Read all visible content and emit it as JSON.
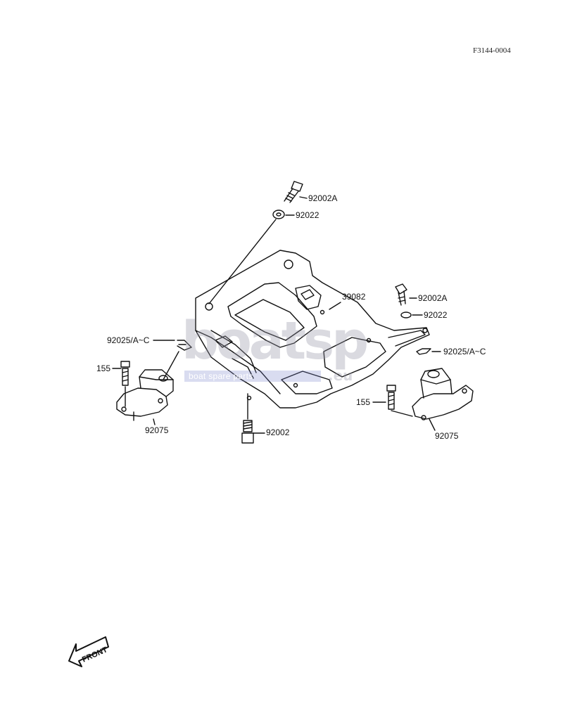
{
  "diagram_code": "F3144-0004",
  "labels": {
    "bolt_top": "92002A",
    "washer_top": "92022",
    "plate": "39082",
    "bolt_right": "92002A",
    "washer_right": "92022",
    "shim_left": "92025/A~C",
    "shim_right": "92025/A~C",
    "bolt_155_left": "155",
    "bolt_155_right": "155",
    "mount_left": "92075",
    "mount_right": "92075",
    "bolt_bottom": "92002"
  },
  "watermark": {
    "brand": "boatsp",
    "tld": ".eu",
    "tagline": "boat spare parts"
  },
  "front_marker": "FRONT"
}
